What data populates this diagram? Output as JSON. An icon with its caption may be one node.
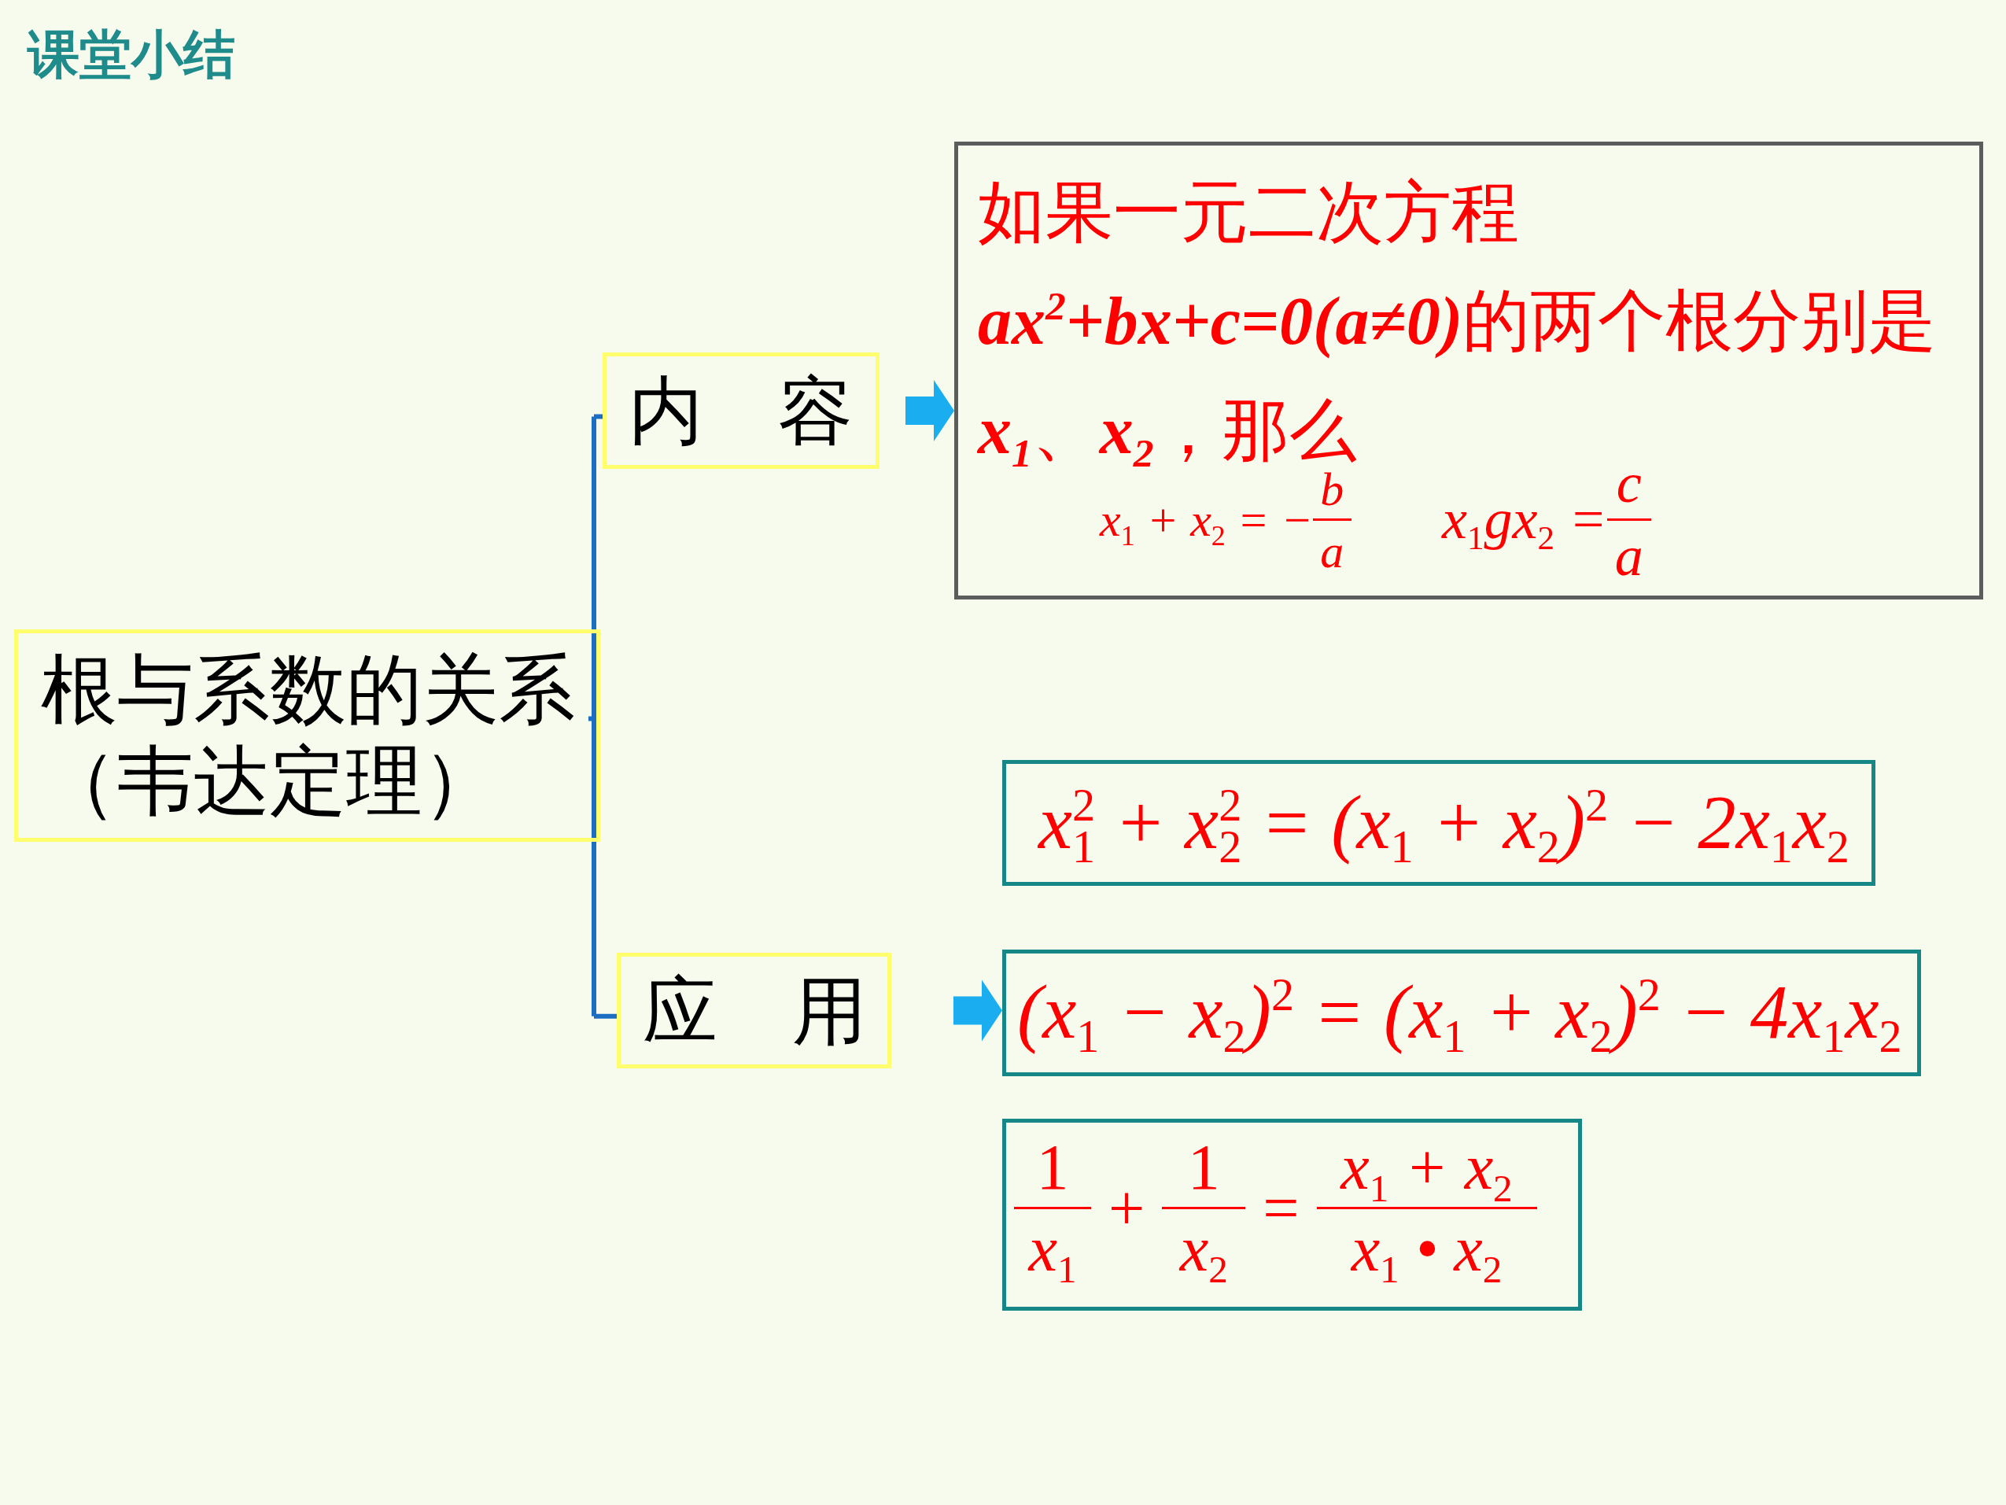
{
  "diagram": {
    "title": "课堂小结",
    "nodes": [
      {
        "text": [
          "根与系数的关系（韦达定理）"
        ]
      },
      {
        "text": [
          "内　容"
        ]
      },
      {
        "text": [
          "如果一元二次方程**ax$^{2}$+bx+c=0(a≠0)**的两个根分别是**x$_{1}$**、**x$_{2}$**，那么",
          "x$_{1}$ + x$_{2}$ = −",
          "b",
          "a",
          "x$_{1}$gx$_{2}$ =",
          "c",
          "a"
        ]
      },
      {
        "text": [
          "应　用"
        ]
      },
      {
        "text": [
          "x$_{1}$$^{2}$ + x$_{2}$$^{2}$ = (x$_{1}$ + x$_{2}$)$^{2}$ − 2x$_{1}$x$_{2}$"
        ]
      },
      {
        "text": [
          "(x$_{1}$ − x$_{2}$)$^{2}$ = (x$_{1}$ + x$_{2}$)$^{2}$ − 4x$_{1}$x$_{2}$"
        ]
      },
      {
        "text": [
          "1",
          "x$_{1}$",
          "+",
          "1",
          "x$_{2}$",
          "=",
          "x$_{1}$ + x$_{2}$",
          "x$_{1}$ • x$_{2}$"
        ]
      }
    ],
    "edges": [
      {
        "from": 0,
        "to": 1,
        "arrow": "none"
      },
      {
        "from": 0,
        "to": 3,
        "arrow": "none"
      },
      {
        "from": 1,
        "to": 2,
        "arrow": "to",
        "style": "thick",
        "color": "#1aaef0"
      },
      {
        "from": 3,
        "to": 5,
        "arrow": "to",
        "style": "thick",
        "color": "#1aaef0"
      }
    ]
  }
}
